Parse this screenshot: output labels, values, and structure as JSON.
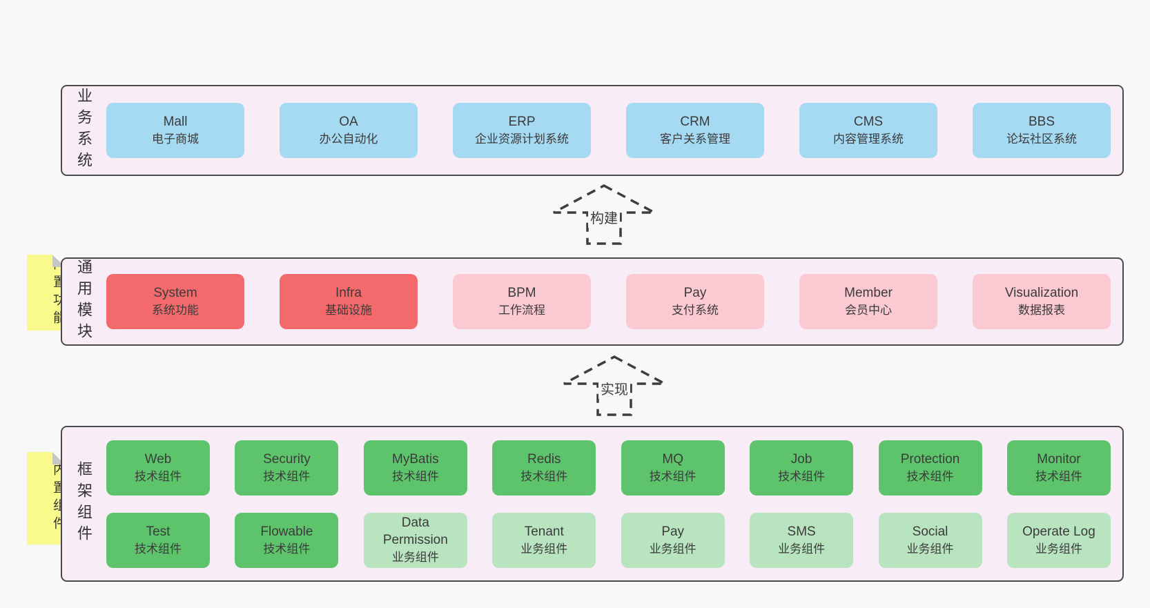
{
  "colors": {
    "page_bg": "#f8f8f8",
    "band_bg": "#f8edf6",
    "band_border": "#4a4a4a",
    "business_box": "#a6daf3",
    "core_module_box": "#f4696c",
    "module_box": "#fbc9d2",
    "tech_component_box": "#5ec46c",
    "biz_component_box": "#b9e4c0",
    "sticky_note": "#fafa8c"
  },
  "arrows": {
    "build": {
      "label": "构建"
    },
    "implement": {
      "label": "实现"
    }
  },
  "bands": {
    "business": {
      "label": "业务系统",
      "boxes": [
        {
          "title": "Mall",
          "subtitle": "电子商城"
        },
        {
          "title": "OA",
          "subtitle": "办公自动化"
        },
        {
          "title": "ERP",
          "subtitle": "企业资源计划系统"
        },
        {
          "title": "CRM",
          "subtitle": "客户关系管理"
        },
        {
          "title": "CMS",
          "subtitle": "内容管理系统"
        },
        {
          "title": "BBS",
          "subtitle": "论坛社区系统"
        }
      ]
    },
    "modules": {
      "label": "通用模块",
      "sticky": "内置功能",
      "boxes": [
        {
          "title": "System",
          "subtitle": "系统功能"
        },
        {
          "title": "Infra",
          "subtitle": "基础设施"
        },
        {
          "title": "BPM",
          "subtitle": "工作流程"
        },
        {
          "title": "Pay",
          "subtitle": "支付系统"
        },
        {
          "title": "Member",
          "subtitle": "会员中心"
        },
        {
          "title": "Visualization",
          "subtitle": "数据报表"
        }
      ]
    },
    "framework": {
      "label": "框架组件",
      "sticky": "内置组件",
      "row1": [
        {
          "title": "Web",
          "subtitle": "技术组件"
        },
        {
          "title": "Security",
          "subtitle": "技术组件"
        },
        {
          "title": "MyBatis",
          "subtitle": "技术组件"
        },
        {
          "title": "Redis",
          "subtitle": "技术组件"
        },
        {
          "title": "MQ",
          "subtitle": "技术组件"
        },
        {
          "title": "Job",
          "subtitle": "技术组件"
        },
        {
          "title": "Protection",
          "subtitle": "技术组件"
        },
        {
          "title": "Monitor",
          "subtitle": "技术组件"
        }
      ],
      "row2": [
        {
          "title": "Test",
          "subtitle": "技术组件"
        },
        {
          "title": "Flowable",
          "subtitle": "技术组件"
        },
        {
          "title": "Data Permission",
          "subtitle": "业务组件"
        },
        {
          "title": "Tenant",
          "subtitle": "业务组件"
        },
        {
          "title": "Pay",
          "subtitle": "业务组件"
        },
        {
          "title": "SMS",
          "subtitle": "业务组件"
        },
        {
          "title": "Social",
          "subtitle": "业务组件"
        },
        {
          "title": "Operate Log",
          "subtitle": "业务组件"
        }
      ]
    }
  }
}
